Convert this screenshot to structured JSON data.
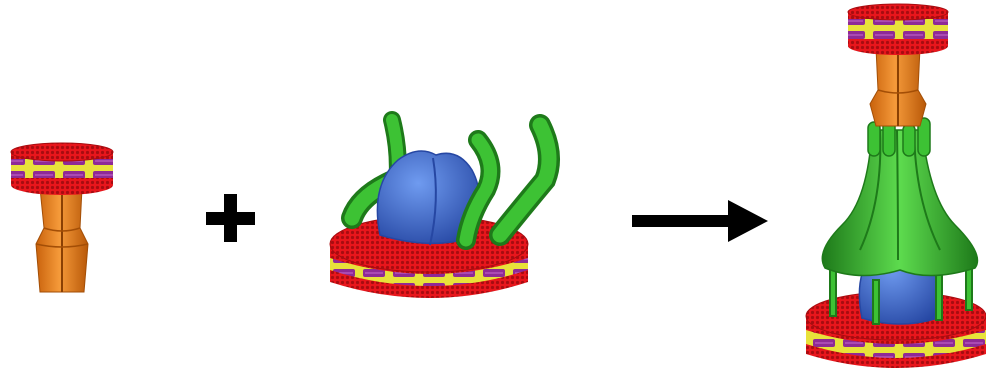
{
  "figure": {
    "components": [
      {
        "role": "reactant-1",
        "icon": "orange-stalk-on-small-nanodisc-icon"
      },
      {
        "role": "reactant-2",
        "icon": "blue-protein-with-green-tentacles-on-nanodisc-icon"
      },
      {
        "role": "product",
        "icon": "assembled-complex-icon"
      }
    ],
    "operators": [
      {
        "role": "plus",
        "icon": "plus-icon"
      },
      {
        "role": "arrow",
        "icon": "right-arrow-icon"
      }
    ],
    "colors": {
      "stalk": "#F07F1A",
      "stalk_shadow": "#B85808",
      "lipid_head": "#E8161C",
      "lipid_head_dark": "#A80C10",
      "belt_purple": "#8E2A96",
      "belt_yellow": "#E8E23A",
      "protein_blue": "#3F6FD0",
      "protein_blue_dark": "#2647A3",
      "tentacle_green": "#35B52E",
      "tentacle_green_dark": "#1E7A1A",
      "operator": "#000000"
    }
  }
}
